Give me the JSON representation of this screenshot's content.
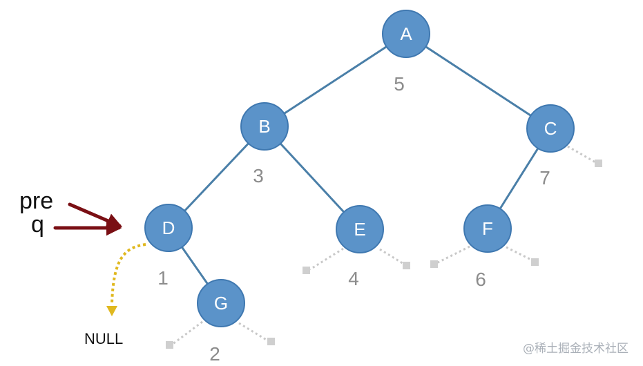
{
  "colors": {
    "node_fill": "#5b93c9",
    "node_stroke": "#3f78b0",
    "edge": "#4a7fa8",
    "null_link": "#c8c8c8",
    "null_square": "#cfcfcf",
    "order_text": "#8c8c8c",
    "pointer_arrow": "#7a0f14",
    "thread_arrow": "#e0b81f",
    "watermark": "#aab0b8"
  },
  "nodes": [
    {
      "id": "A",
      "label": "A",
      "order": "5"
    },
    {
      "id": "B",
      "label": "B",
      "order": "3"
    },
    {
      "id": "C",
      "label": "C",
      "order": "7"
    },
    {
      "id": "D",
      "label": "D",
      "order": "1"
    },
    {
      "id": "E",
      "label": "E",
      "order": "4"
    },
    {
      "id": "F",
      "label": "F",
      "order": "6"
    },
    {
      "id": "G",
      "label": "G",
      "order": "2"
    }
  ],
  "edges": [
    {
      "from": "A",
      "to": "B"
    },
    {
      "from": "A",
      "to": "C"
    },
    {
      "from": "B",
      "to": "D"
    },
    {
      "from": "B",
      "to": "E"
    },
    {
      "from": "C",
      "to": "F"
    },
    {
      "from": "D",
      "to": "G"
    }
  ],
  "pointers": {
    "pre": "pre",
    "q": "q",
    "target": "D"
  },
  "null_label": "NULL",
  "watermark": "@稀土掘金技术社区"
}
